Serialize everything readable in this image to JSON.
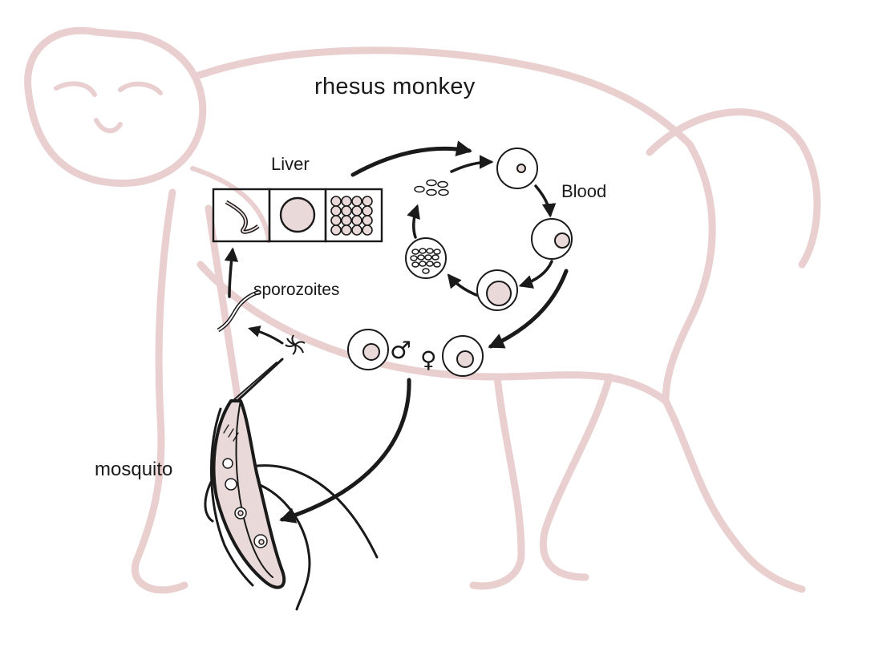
{
  "figure": {
    "title": "rhesus monkey",
    "labels": {
      "liver": "Liver",
      "blood": "Blood",
      "sporozoites": "sporozoites",
      "mosquito": "mosquito"
    },
    "symbols": {
      "male": "♂",
      "female": "♀"
    },
    "colors": {
      "outline": "#1a1a1a",
      "fill_pink": "#ead9d9",
      "monkey_silhouette": "#e6c7c7"
    }
  }
}
